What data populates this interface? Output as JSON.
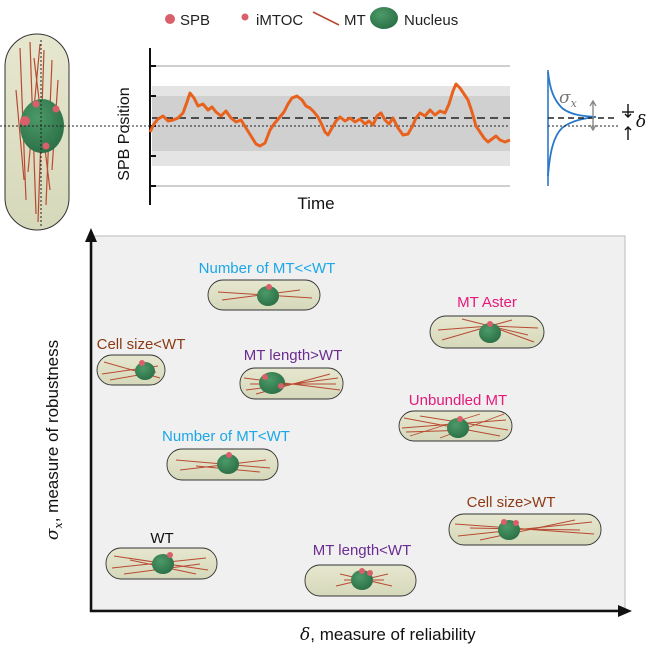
{
  "legend": {
    "spb": "SPB",
    "imtoc": "iMTOC",
    "mt": "MT",
    "nucleus": "Nucleus"
  },
  "trace": {
    "ylabel": "SPB Position",
    "xlabel": "Time"
  },
  "dist": {
    "sigma_symbol": "σ",
    "sigma_sub": "x",
    "delta_symbol": "δ"
  },
  "main": {
    "xlabel_symbol": "δ",
    "xlabel_text": ", measure of reliability",
    "ylabel_symbol": "σ",
    "ylabel_sub": "x",
    "ylabel_text": ", measure of robustness"
  },
  "cells": [
    {
      "label": "Number of MT<<WT",
      "color": "#1aa7e8"
    },
    {
      "label": "MT Aster",
      "color": "#e6197a"
    },
    {
      "label": "Cell size<WT",
      "color": "#8b3a14"
    },
    {
      "label": "MT length>WT",
      "color": "#6a2c91"
    },
    {
      "label": "Unbundled MT",
      "color": "#e6197a"
    },
    {
      "label": "Number of MT<WT",
      "color": "#1aa7e8"
    },
    {
      "label": "Cell size>WT",
      "color": "#8b3a14"
    },
    {
      "label": "WT",
      "color": "#111111"
    },
    {
      "label": "MT length<WT",
      "color": "#6a2c91"
    }
  ],
  "colors": {
    "cell_fill": "#dfe0c6",
    "nucleus": "#2f7d4e",
    "spb": "#d9606a",
    "mt": "#b84a32",
    "trace": "#e8621e",
    "dist": "#2a78c8"
  }
}
